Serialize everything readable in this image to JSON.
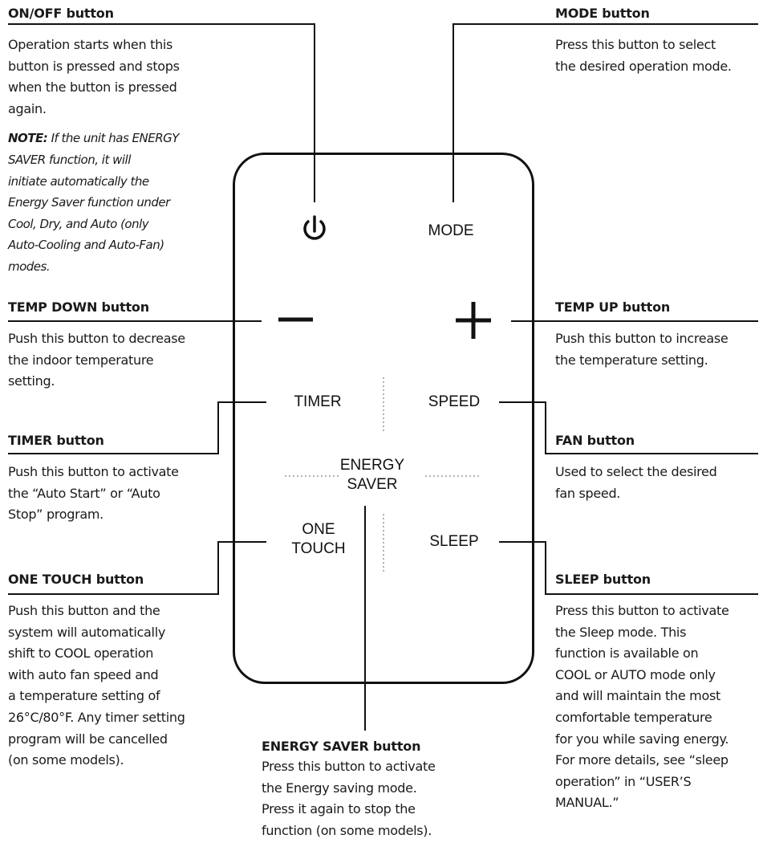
{
  "callouts": {
    "onoff": {
      "title": "ON/OFF button",
      "lines": [
        "Operation starts when this",
        "button is pressed and stops",
        "when the button is pressed",
        "again."
      ],
      "note_label": "NOTE:",
      "note_lines": [
        " If the unit has ENERGY",
        "SAVER function, it will",
        "initiate automatically the",
        "Energy Saver function under",
        "Cool, Dry, and Auto (only",
        "Auto-Cooling and Auto-Fan)",
        "modes."
      ]
    },
    "mode": {
      "title": "MODE button",
      "lines": [
        "Press this button to select",
        "the desired operation mode."
      ]
    },
    "temp_down": {
      "title": "TEMP DOWN button",
      "lines": [
        "Push this button to decrease",
        "the indoor temperature",
        "setting."
      ]
    },
    "temp_up": {
      "title": "TEMP UP button",
      "lines": [
        "Push this button to increase",
        "the temperature setting."
      ]
    },
    "timer": {
      "title": "TIMER button",
      "lines": [
        "Push this button to activate",
        "the “Auto Start” or “Auto",
        "Stop” program."
      ]
    },
    "fan": {
      "title": "FAN button",
      "lines": [
        "Used to select the desired",
        "fan speed."
      ]
    },
    "one_touch": {
      "title": "ONE TOUCH button",
      "lines": [
        "Push this button and the",
        "system will automatically",
        "shift to COOL operation",
        "with auto fan speed and",
        "a temperature setting of",
        "26°C/80°F. Any timer setting",
        "program will be cancelled",
        "(on some models)."
      ]
    },
    "sleep": {
      "title": "SLEEP button",
      "lines": [
        "Press this button to activate",
        "the Sleep mode. This",
        "function is available on",
        "COOL or AUTO mode only",
        "and will maintain the most",
        "comfortable temperature",
        "for you while saving energy.",
        "For more details, see “sleep",
        "operation” in “USER’S",
        "MANUAL.”"
      ]
    },
    "energy_saver": {
      "title": "ENERGY SAVER button",
      "lines": [
        "Press this button to activate",
        "the Energy saving mode.",
        "Press it again to stop the",
        "function (on some models)."
      ]
    }
  },
  "remote": {
    "mode": "MODE",
    "timer": "TIMER",
    "speed": "SPEED",
    "energy_line1": "ENERGY",
    "energy_line2": "SAVER",
    "one_line1": "ONE",
    "one_line2": "TOUCH",
    "sleep": "SLEEP",
    "power_icon": "power-icon",
    "minus_icon": "minus-icon",
    "plus_icon": "plus-icon"
  }
}
